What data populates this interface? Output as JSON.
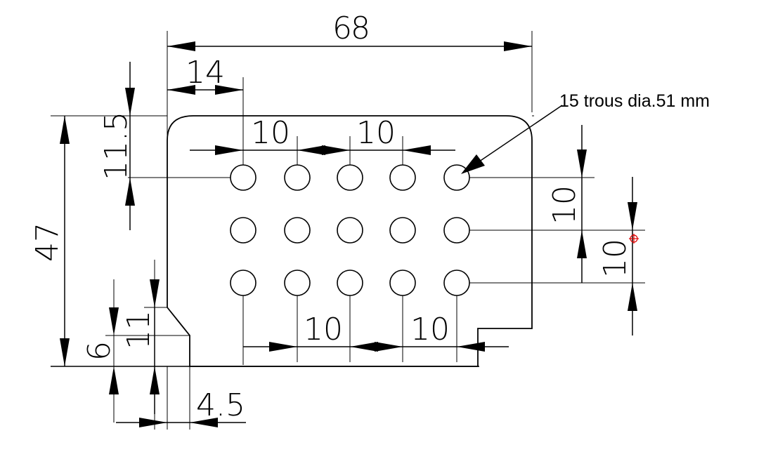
{
  "drawing": {
    "dims": {
      "width_total": "68",
      "offset_first_column": "14",
      "offset_first_row": "11.5",
      "height_total": "47",
      "pitch_top_left": "10",
      "pitch_top_right": "10",
      "pitch_right_upper": "10",
      "pitch_right_lower": "10",
      "pitch_bottom_left": "10",
      "pitch_bottom_right": "10",
      "notch_height_11": "11",
      "notch_height_6": "6",
      "notch_width": "4.5"
    },
    "note": "15 trous dia.51 mm",
    "holes": {
      "rows": 3,
      "columns": 5
    }
  }
}
